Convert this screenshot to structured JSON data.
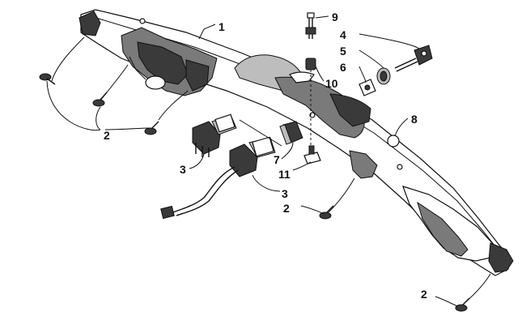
{
  "callouts": [
    {
      "id": "c1",
      "label": "1"
    },
    {
      "id": "c2a",
      "label": "2"
    },
    {
      "id": "c2b",
      "label": "2"
    },
    {
      "id": "c2c",
      "label": "2"
    },
    {
      "id": "c3a",
      "label": "3"
    },
    {
      "id": "c3b",
      "label": "3"
    },
    {
      "id": "c4",
      "label": "4"
    },
    {
      "id": "c5",
      "label": "5"
    },
    {
      "id": "c6",
      "label": "6"
    },
    {
      "id": "c7",
      "label": "7"
    },
    {
      "id": "c8",
      "label": "8"
    },
    {
      "id": "c9",
      "label": "9"
    },
    {
      "id": "c10",
      "label": "10"
    },
    {
      "id": "c11",
      "label": "11"
    }
  ]
}
